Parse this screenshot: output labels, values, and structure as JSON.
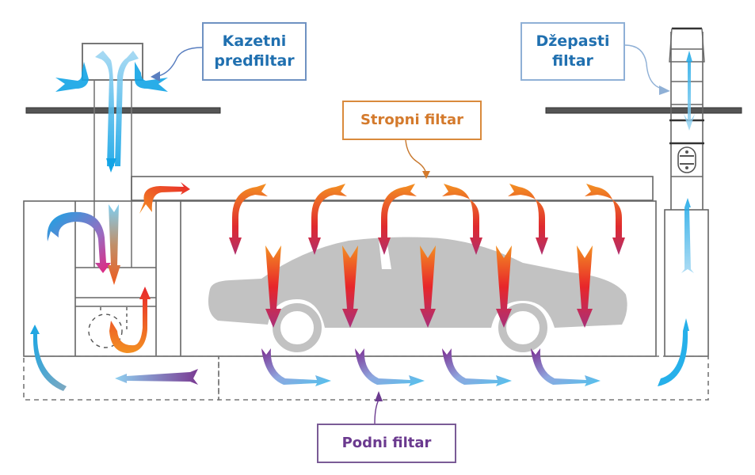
{
  "labels": {
    "kazetni_predfiltar": {
      "line1": "Kazetni",
      "line2": "predfiltar"
    },
    "dzepasti_filtar": {
      "line1": "Džepasti",
      "line2": "filtar"
    },
    "stropni_filtar": "Stropni filtar",
    "podni_filtar": "Podni filtar"
  },
  "colors": {
    "kazetni_text": "#2070b0",
    "dzepasti_text": "#2070b0",
    "stropni_text": "#d47a2c",
    "podni_text": "#6b3a8f",
    "cold_air": "#1aa7e8",
    "hot_air": "#e8262a",
    "warm_air": "#f28c1c",
    "exhaust_air": "#7b2a8f",
    "car": "#c2c2c2",
    "structure": "#555555"
  }
}
